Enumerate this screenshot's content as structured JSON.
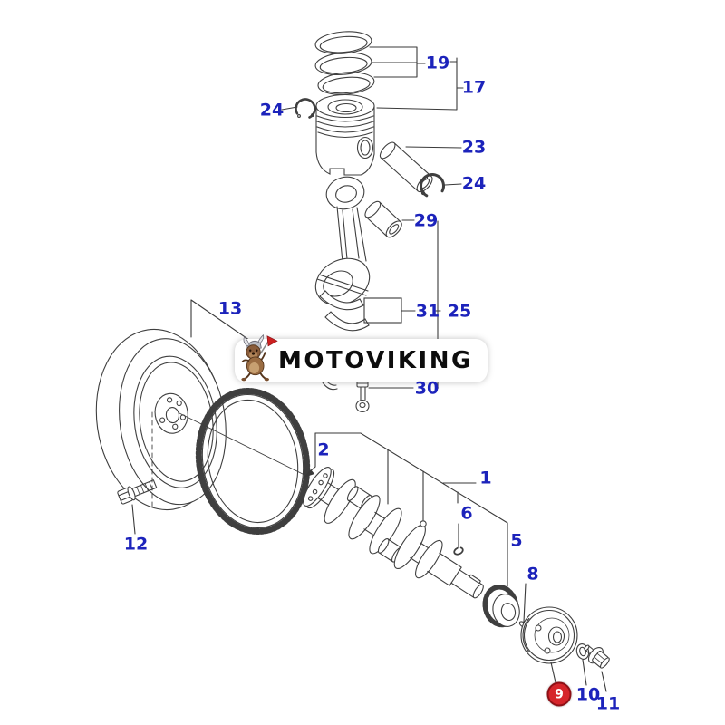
{
  "brand": {
    "logo_text": "MOTOVIKING"
  },
  "colors": {
    "label_blue": "#1c23bb",
    "badge_red": "#d6252b",
    "badge_text": "#ffffff",
    "line_art": "#3f3f3f",
    "logo_text": "#0d0d0d",
    "background": "#ffffff"
  },
  "callouts": {
    "c19": "19",
    "c17": "17",
    "c24a": "24",
    "c23": "23",
    "c24b": "24",
    "c29": "29",
    "c31": "31",
    "c25": "25",
    "c30": "30",
    "c13": "13",
    "c12": "12",
    "c2": "2",
    "c1": "1",
    "c6": "6",
    "c5": "5",
    "c8": "8",
    "c9": "9",
    "c10": "10",
    "c11": "11"
  }
}
